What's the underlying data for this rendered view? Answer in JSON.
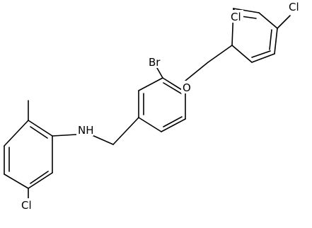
{
  "molecule": {
    "atoms": [
      {
        "id": "cl_top_right",
        "text": "Cl"
      },
      {
        "id": "cl_top_left",
        "text": "Cl"
      },
      {
        "id": "br",
        "text": "Br"
      },
      {
        "id": "o",
        "text": "O"
      },
      {
        "id": "nh",
        "text": "NH"
      },
      {
        "id": "cl_bottom",
        "text": "Cl"
      }
    ]
  },
  "colors": {
    "bond": "#000000",
    "label": "#000000",
    "background": "#ffffff"
  }
}
